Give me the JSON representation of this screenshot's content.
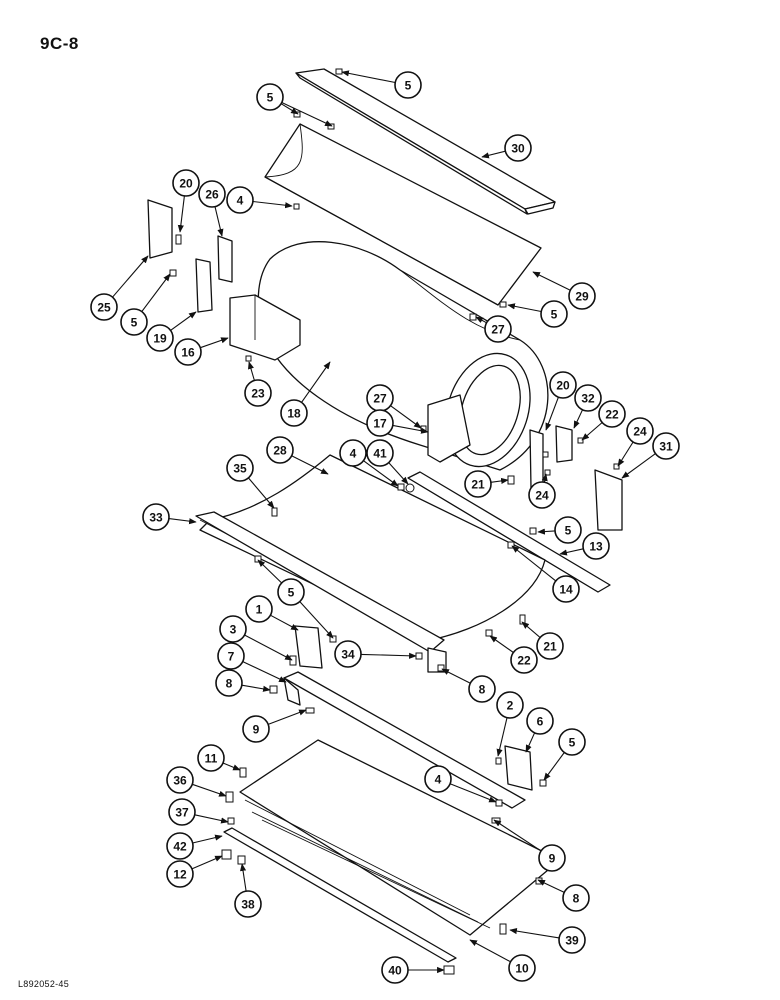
{
  "page_code": "9C-8",
  "footer_code": "L892052-45",
  "callout_labels": [
    "5",
    "5",
    "30",
    "20",
    "26",
    "4",
    "25",
    "5",
    "19",
    "16",
    "23",
    "18",
    "29",
    "5",
    "27",
    "27",
    "17",
    "20",
    "32",
    "22",
    "24",
    "31",
    "28",
    "4",
    "41",
    "35",
    "33",
    "21",
    "24",
    "5",
    "13",
    "14",
    "5",
    "1",
    "3",
    "34",
    "21",
    "22",
    "7",
    "8",
    "8",
    "9",
    "2",
    "6",
    "5",
    "11",
    "36",
    "4",
    "37",
    "42",
    "9",
    "12",
    "38",
    "8",
    "39",
    "10",
    "40"
  ]
}
